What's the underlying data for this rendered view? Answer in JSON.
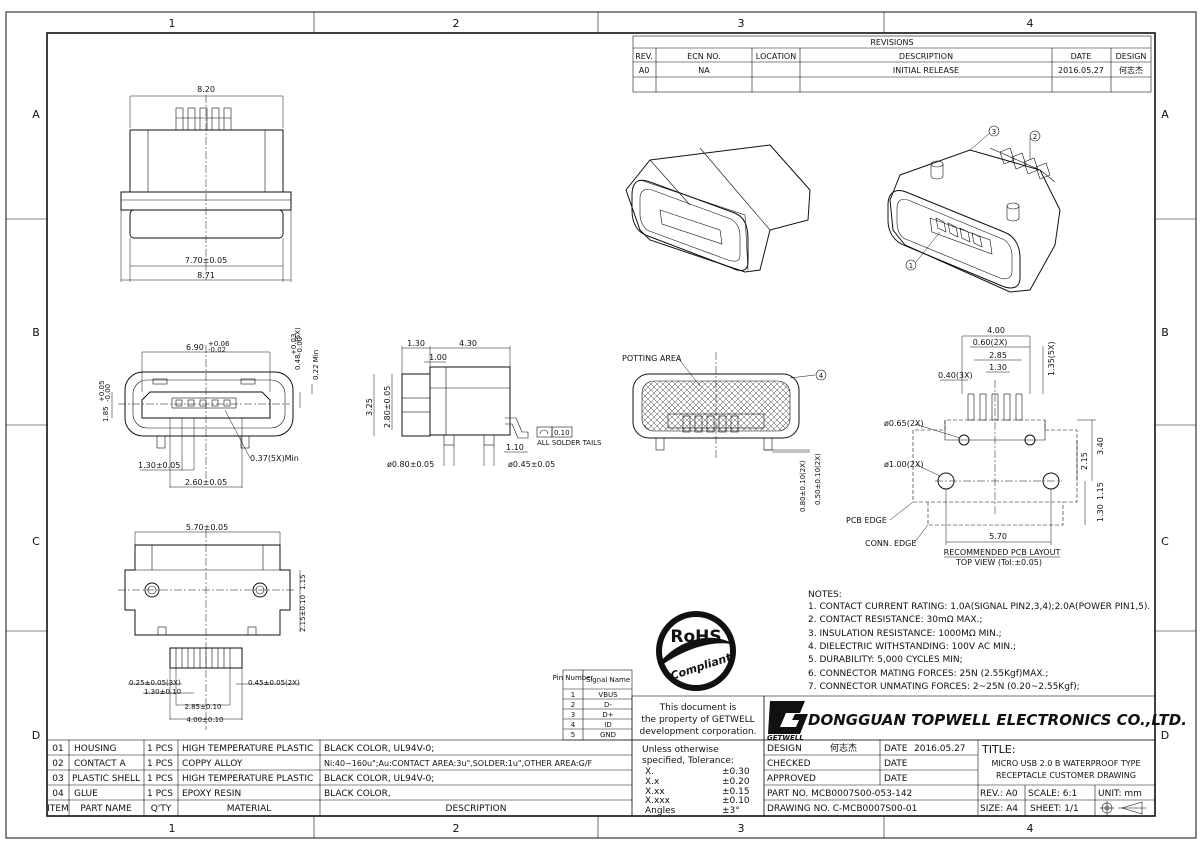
{
  "zones": {
    "columns": [
      "1",
      "2",
      "3",
      "4"
    ],
    "rows": [
      "A",
      "B",
      "C",
      "D"
    ]
  },
  "revisions": {
    "title": "REVISIONS",
    "headers": [
      "REV.",
      "ECN NO.",
      "LOCATION",
      "DESCRIPTION",
      "DATE",
      "DESIGN"
    ],
    "rows": [
      [
        "A0",
        "NA",
        "",
        "INITIAL RELEASE",
        "2016.05.27",
        "何志杰"
      ]
    ]
  },
  "views": {
    "top": {
      "dims": [
        "8.20",
        "7.70±0.05",
        "8.71"
      ]
    },
    "front": {
      "dims": [
        "6.90",
        "+0.06",
        "-0.02",
        "0.48",
        "+0.03",
        "-0.00",
        "(5X)",
        "0.22 Min",
        "1.85",
        "+0.05",
        "-0.00",
        "0.37(5X)Min",
        "1.30±0.05",
        "2.60±0.05"
      ]
    },
    "side": {
      "dims": [
        "1.30",
        "4.30",
        "1.00",
        "3.25",
        "2.80±0.05",
        "1.10",
        "ø0.80±0.05",
        "ø0.45±0.05",
        "0.10",
        "ALL SOLDER TAILS"
      ]
    },
    "section": {
      "labels": [
        "POTTING AREA",
        "4"
      ],
      "dims": [
        "0.80±0.10(2X)",
        "0.50±0.10(2X)"
      ]
    },
    "bottom": {
      "dims": [
        "5.70±0.05",
        "1.15",
        "2.15±0.10",
        "0.25±0.05(3X)",
        "1.30±0.10",
        "0.45±0.05(2X)",
        "2.85±0.10",
        "4.00±0.10"
      ]
    },
    "pcb": {
      "dims": [
        "4.00",
        "0.60(2X)",
        "2.85",
        "1.30",
        "0.40(3X)",
        "1.35(5X)",
        "ø0.65(2X)",
        "ø1.00(2X)",
        "3.40",
        "2.15",
        "1.15",
        "1.30",
        "5.70"
      ],
      "labels": [
        "PCB EDGE",
        "CONN. EDGE",
        "RECOMMENDED PCB LAYOUT",
        "TOP VIEW (Tol:±0.05)"
      ]
    },
    "iso": {
      "balloons": [
        "1",
        "2",
        "3"
      ]
    }
  },
  "notes": {
    "title": "NOTES:",
    "items": [
      "1. CONTACT CURRENT RATING: 1.0A(SIGNAL PIN2,3,4);2.0A(POWER PIN1,5).",
      "2. CONTACT RESISTANCE: 30mΩ MAX.;",
      "3. INSULATION RESISTANCE: 1000MΩ MIN.;",
      "4. DIELECTRIC WITHSTANDING: 100V AC MIN.;",
      "5. DURABILITY: 5,000 CYCLES MIN;",
      "6. CONNECTOR MATING FORCES: 25N (2.55Kgf)MAX.;",
      "7. CONNECTOR UNMATING FORCES: 2~25N (0.20~2.55Kgf);"
    ]
  },
  "rohs": {
    "top": "RoHS",
    "bottom": "Compliant"
  },
  "pin_table": {
    "headers": [
      "Pin Number",
      "Signal Name"
    ],
    "rows": [
      [
        "1",
        "VBUS"
      ],
      [
        "2",
        "D-"
      ],
      [
        "3",
        "D+"
      ],
      [
        "4",
        "ID"
      ],
      [
        "5",
        "GND"
      ]
    ]
  },
  "property_note": [
    "This document is",
    "the property of GETWELL",
    "development corporation."
  ],
  "company": {
    "logo_text": "GETWELL",
    "name": "DONGGUAN TOPWELL ELECTRONICS CO.,LTD."
  },
  "bom": {
    "headers": [
      "ITEM",
      "PART NAME",
      "Q'TY",
      "MATERIAL",
      "DESCRIPTION"
    ],
    "rows": [
      [
        "01",
        "HOUSING",
        "1 PCS",
        "HIGH TEMPERATURE PLASTIC",
        "BLACK COLOR, UL94V-0;"
      ],
      [
        "02",
        "CONTACT A",
        "1 PCS",
        "COPPY ALLOY",
        "Ni:40~160u\";Au:CONTACT AREA:3u\",SOLDER:1u\",OTHER AREA:G/F"
      ],
      [
        "03",
        "PLASTIC SHELL",
        "1 PCS",
        "HIGH TEMPERATURE PLASTIC",
        "BLACK COLOR, UL94V-0;"
      ],
      [
        "04",
        "GLUE",
        "1 PCS",
        "EPOXY RESIN",
        "BLACK COLOR,"
      ]
    ]
  },
  "tolerance": {
    "title": [
      "Unless otherwise",
      "specified, Tolerance:"
    ],
    "rows": [
      [
        "X.",
        "±0.30"
      ],
      [
        "X.x",
        "±0.20"
      ],
      [
        "X.xx",
        "±0.15"
      ],
      [
        "X.xxx",
        "±0.10"
      ],
      [
        "Angles",
        "±3°"
      ]
    ]
  },
  "title_block": {
    "design_label": "DESIGN",
    "design_value": "何志杰",
    "date_label": "DATE",
    "date_value": "2016.05.27",
    "checked_label": "CHECKED",
    "approved_label": "APPROVED",
    "title_label": "TITLE:",
    "title_lines": [
      "MICRO USB 2.0 B WATERPROOF TYPE",
      "RECEPTACLE CUSTOMER DRAWING"
    ],
    "part_no": "PART NO. MCB0007S00-053-142",
    "drawing_no": "DRAWING NO. C-MCB0007S00-01",
    "rev": "REV.: A0",
    "scale": "SCALE: 6:1",
    "unit": "UNIT: mm",
    "size": "SIZE: A4",
    "sheet": "SHEET: 1/1"
  }
}
